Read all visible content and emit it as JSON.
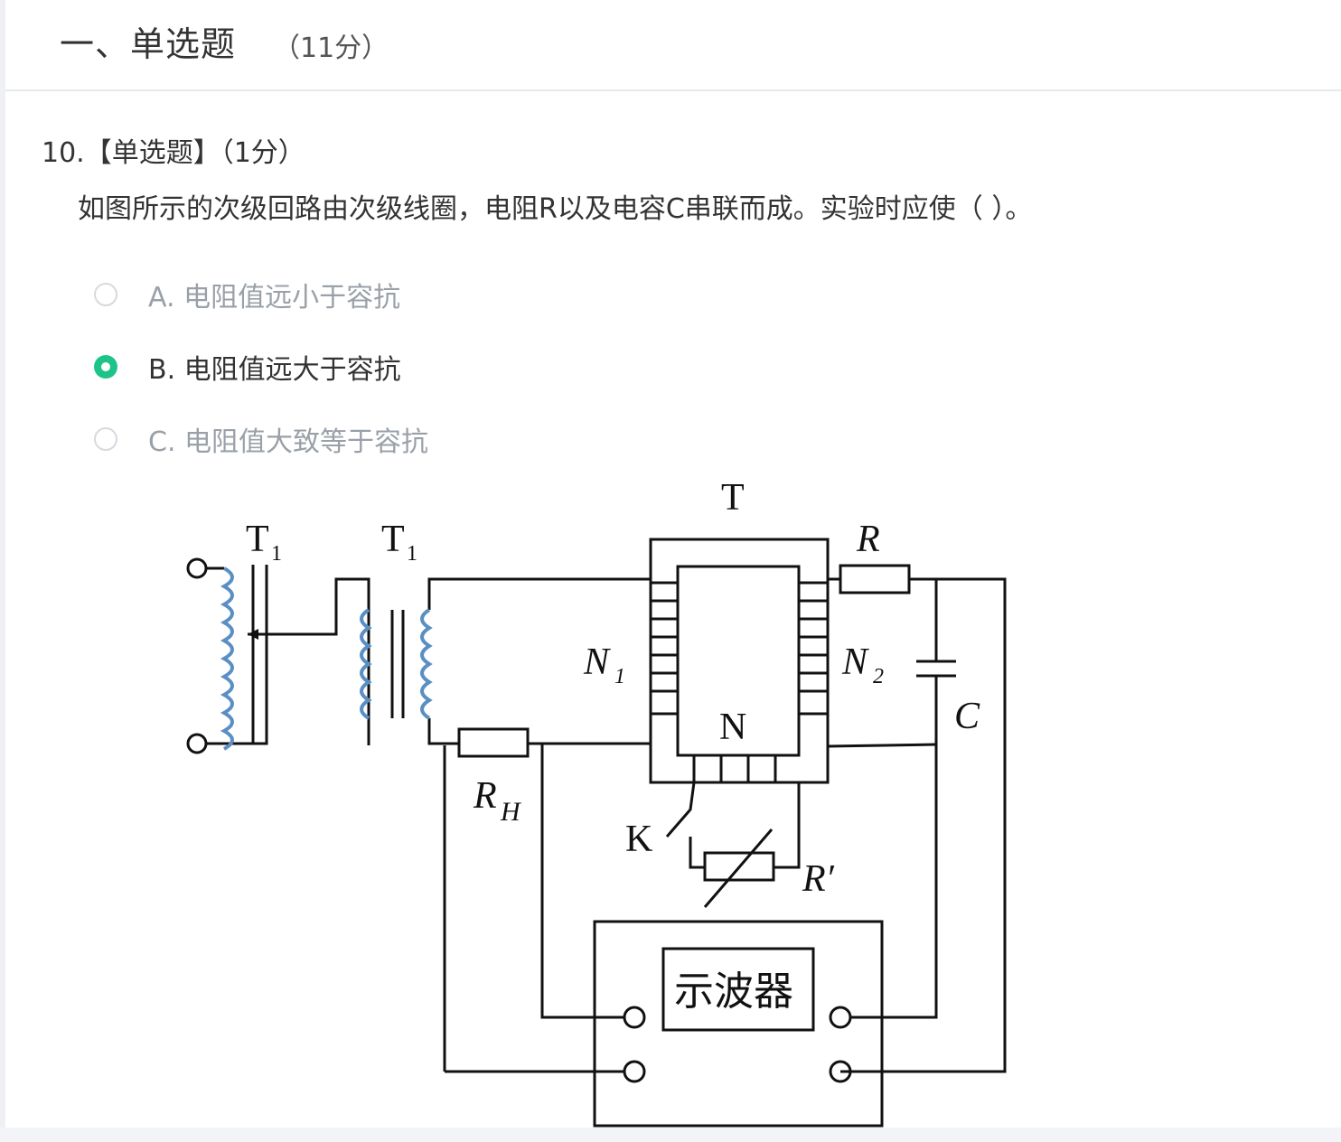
{
  "section": {
    "title": "一、单选题",
    "score": "（11分）"
  },
  "question": {
    "header": "10.【单选题】（1分）",
    "stem": "如图所示的次级回路由次级线圈，电阻R以及电容C串联而成。实验时应使（ ）。",
    "options": [
      {
        "label": "A. 电阻值远小于容抗",
        "selected": false
      },
      {
        "label": "B. 电阻值远大于容抗",
        "selected": true
      },
      {
        "label": "C. 电阻值大致等于容抗",
        "selected": false
      }
    ]
  },
  "figure": {
    "labels": {
      "t_top": "T",
      "t1a_main": "T",
      "t1a_sub": "1",
      "t1b_main": "T",
      "t1b_sub": "1",
      "n1_main": "N",
      "n1_sub": "1",
      "n2_main": "N",
      "n2_sub": "2",
      "n": "N",
      "r": "R",
      "c": "C",
      "rh_main": "R",
      "rh_sub": "H",
      "k": "K",
      "rprime": "R′",
      "scope": "示波器"
    }
  },
  "colors": {
    "accent": "#1ec38a",
    "coil": "#5a8fc4"
  }
}
